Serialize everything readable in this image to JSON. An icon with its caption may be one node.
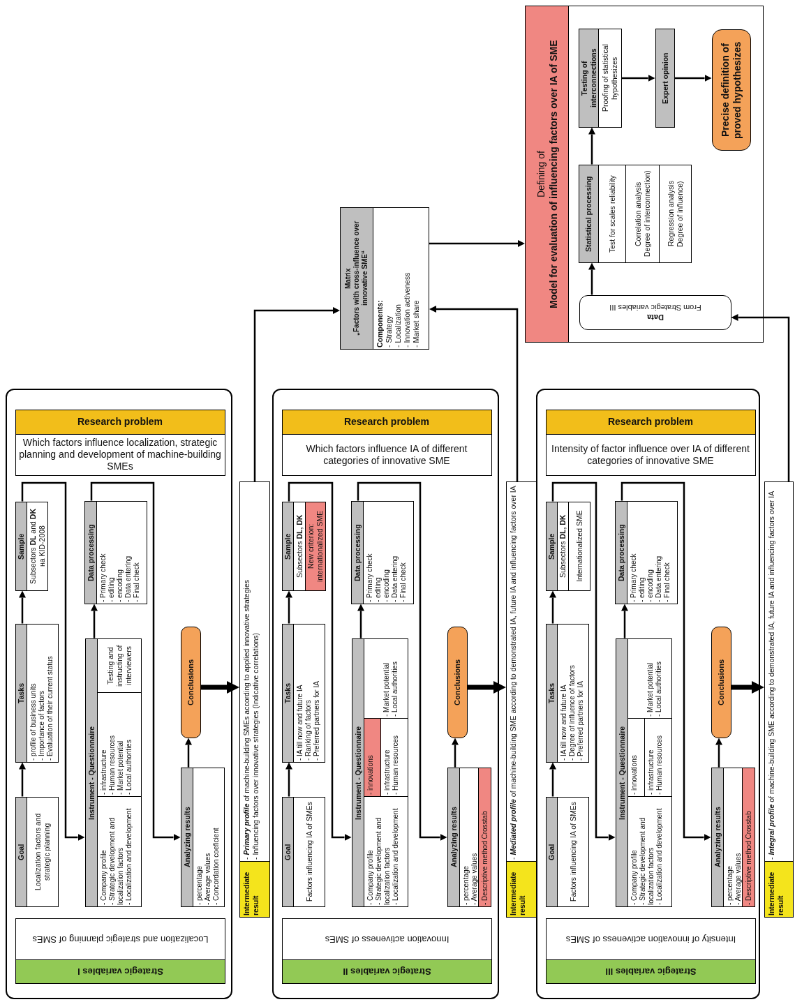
{
  "diagram": {
    "nodes": [
      {
        "text": [],
        "shape": "box"
      },
      {
        "text": [
          "Research problem",
          "Which factors influence localization, strategic planning and development of machine-building SMEs"
        ],
        "in": 0
      },
      {
        "text": [
          "Strategic variables I",
          "Localization and strategic planning of SMEs"
        ],
        "in": 0
      },
      {
        "text": [
          "Goal",
          "Localization factors and strategic planning"
        ],
        "in": 0
      },
      {
        "text": [
          "Tasks",
          "- profile of business units",
          "- Importance of factors",
          "- Evaluation of their current status"
        ],
        "in": 0
      },
      {
        "text": [
          "Sample",
          "Subsectors **DL** and **DK** на KID-2008"
        ],
        "in": 0
      },
      {
        "text": [
          "Instrument - Questionnaire",
          "- Company profile",
          "- Strategic development and localization factors",
          "- Localization and development",
          "- infrastructure",
          "- Human resources",
          "- Market potential",
          "- Local authorities",
          "Testing and instructing of interviewers"
        ],
        "in": 0
      },
      {
        "text": [
          "Data processing",
          "- Primary check",
          "- editing",
          "- encoding",
          "- Data entering",
          "- Final check"
        ],
        "in": 0
      },
      {
        "text": [
          "Analyzing results",
          "- percentage",
          "- Average values",
          "- Concordation coeficient"
        ],
        "in": 0
      },
      {
        "text": [
          "Conclusions"
        ],
        "in": 0
      },
      {
        "text": [
          "Intermediate result",
          "- **Primary profile** of machine-building SMEs according to applied innovative strategies",
          "- Influencing factors over innovative strategies (Indicative correlations)"
        ]
      },
      {
        "text": [],
        "shape": "box"
      },
      {
        "text": [
          "Research problem",
          "Which factors influence IA of different categories of innovative SME"
        ],
        "in": 11
      },
      {
        "text": [
          "Strategic variables II",
          "Innovation activeness of SMEs"
        ],
        "in": 11
      },
      {
        "text": [
          "Goal",
          "Factors influencing IA of SMEs"
        ],
        "in": 11
      },
      {
        "text": [
          "Tasks",
          "- IA till now and future IA",
          "- Ranking of factors",
          "- Preferred partners for IA"
        ],
        "in": 11
      },
      {
        "text": [
          "Sample",
          "Subsectors **DL, DK**",
          "New criterion: internationalized SME"
        ],
        "in": 11
      },
      {
        "text": [
          "Instrument - Questionnaire",
          "- Company profile",
          "- Strategic development and localization factors",
          "- Localization and development",
          "- innovations",
          "- infrastructure",
          "- Human resources",
          "- Market potential",
          "- Local authorities"
        ],
        "in": 11
      },
      {
        "text": [
          "Data processing",
          "- Primary check",
          "- editing",
          "- encoding",
          "- Data entering",
          "- Final check"
        ],
        "in": 11
      },
      {
        "text": [
          "Analyzing results",
          "- percentage",
          "- Average values",
          "- Descriptive method Crosstab"
        ],
        "in": 11
      },
      {
        "text": [
          "Conclusions"
        ],
        "in": 11
      },
      {
        "text": [
          "Intermediate result",
          "- **Mediated profile** of machine-building SME according to demonstrated IA, future IA and influencing factors over IA"
        ]
      },
      {
        "text": [],
        "shape": "box"
      },
      {
        "text": [
          "Research problem",
          "Intensity of factor influence over IA of different categories of innovative SME"
        ],
        "in": 22
      },
      {
        "text": [
          "Strategic variables III",
          "Intensity of innovation activeness of SMEs"
        ],
        "in": 22
      },
      {
        "text": [
          "Goal",
          "Factors influencing IA of SMEs"
        ],
        "in": 22
      },
      {
        "text": [
          "Tasks",
          "- IA till now and future IA",
          "- Degree of influence of factors",
          "- Preferred partners for IA"
        ],
        "in": 22
      },
      {
        "text": [
          "Sample",
          "Subsectors **DL, DK**",
          "Internationalized SME"
        ],
        "in": 22
      },
      {
        "text": [
          "Instrument - Questionnaire",
          "- Company profile",
          "- Strategic development and localization factors",
          "- Localization and development",
          "- innovations",
          "- infrastructure",
          "- Human resources",
          "- Market potential",
          "- Local authorities"
        ],
        "in": 22
      },
      {
        "text": [
          "Data processing",
          "- Primary check",
          "- editing",
          "- encoding",
          "- Data entering",
          "- Final check"
        ],
        "in": 22
      },
      {
        "text": [
          "Analyzing results",
          "- percentage",
          "- Average values",
          "- Descriptive method Crosstab"
        ],
        "in": 22
      },
      {
        "text": [
          "Conclusions"
        ],
        "in": 22
      },
      {
        "text": [
          "Intermediate result",
          "- **Integral profile** of machine-building SME according to demonstrated IA, future IA and influencing factors over IA"
        ]
      },
      {
        "text": [
          "Matrix",
          "„Factors with cross-influence over innovative SME“",
          "Components:",
          "- Strategy",
          "- Localization",
          "- Innovation activeness",
          "- Market share"
        ]
      },
      {
        "text": [
          "Defining of",
          "Model for evaluation of influencing factors over IA of SME"
        ]
      },
      {
        "text": [
          "Data",
          "From Strategic variables III"
        ],
        "in": 34
      },
      {
        "text": [
          "Statistical processing",
          "Test for scales reliability",
          "Correlation analysis",
          "Degree of interconnection)",
          "Regression analysis",
          "Degree of influence)"
        ],
        "in": 34
      },
      {
        "text": [
          "Testing of interconnections",
          "Proofing of statistical hypothesizes"
        ],
        "in": 34
      },
      {
        "text": [
          "Expert opinion"
        ],
        "in": 34
      },
      {
        "text": [
          "Precise definition of proved hypothesizes"
        ],
        "in": 34
      }
    ],
    "edges": [
      {
        "from": 3,
        "to": 4,
        "arrow": "to"
      },
      {
        "from": 4,
        "to": 5,
        "arrow": "to"
      },
      {
        "from": 5,
        "to": 6,
        "arrow": "to"
      },
      {
        "from": 6,
        "to": 7,
        "arrow": "to"
      },
      {
        "from": 7,
        "to": 8,
        "arrow": "to"
      },
      {
        "from": 8,
        "to": 9,
        "arrow": "to"
      },
      {
        "from": 9,
        "to": 10,
        "arrow": "to",
        "style": "thick"
      },
      {
        "from": 14,
        "to": 15,
        "arrow": "to"
      },
      {
        "from": 15,
        "to": 16,
        "arrow": "to"
      },
      {
        "from": 16,
        "to": 17,
        "arrow": "to"
      },
      {
        "from": 17,
        "to": 18,
        "arrow": "to"
      },
      {
        "from": 18,
        "to": 19,
        "arrow": "to"
      },
      {
        "from": 19,
        "to": 20,
        "arrow": "to"
      },
      {
        "from": 20,
        "to": 21,
        "arrow": "to",
        "style": "thick"
      },
      {
        "from": 25,
        "to": 26,
        "arrow": "to"
      },
      {
        "from": 26,
        "to": 27,
        "arrow": "to"
      },
      {
        "from": 27,
        "to": 28,
        "arrow": "to"
      },
      {
        "from": 28,
        "to": 29,
        "arrow": "to"
      },
      {
        "from": 29,
        "to": 30,
        "arrow": "to"
      },
      {
        "from": 30,
        "to": 31,
        "arrow": "to"
      },
      {
        "from": 31,
        "to": 32,
        "arrow": "to",
        "style": "thick"
      },
      {
        "from": 10,
        "to": 33,
        "arrow": "to"
      },
      {
        "from": 21,
        "to": 33,
        "arrow": "to"
      },
      {
        "from": 32,
        "to": 35,
        "arrow": "to"
      },
      {
        "from": 33,
        "to": 34,
        "arrow": "to"
      },
      {
        "from": 35,
        "to": 36,
        "arrow": "to"
      },
      {
        "from": 36,
        "to": 37,
        "arrow": "to"
      },
      {
        "from": 37,
        "to": 38,
        "arrow": "to"
      },
      {
        "from": 38,
        "to": 39,
        "arrow": "to"
      }
    ]
  }
}
